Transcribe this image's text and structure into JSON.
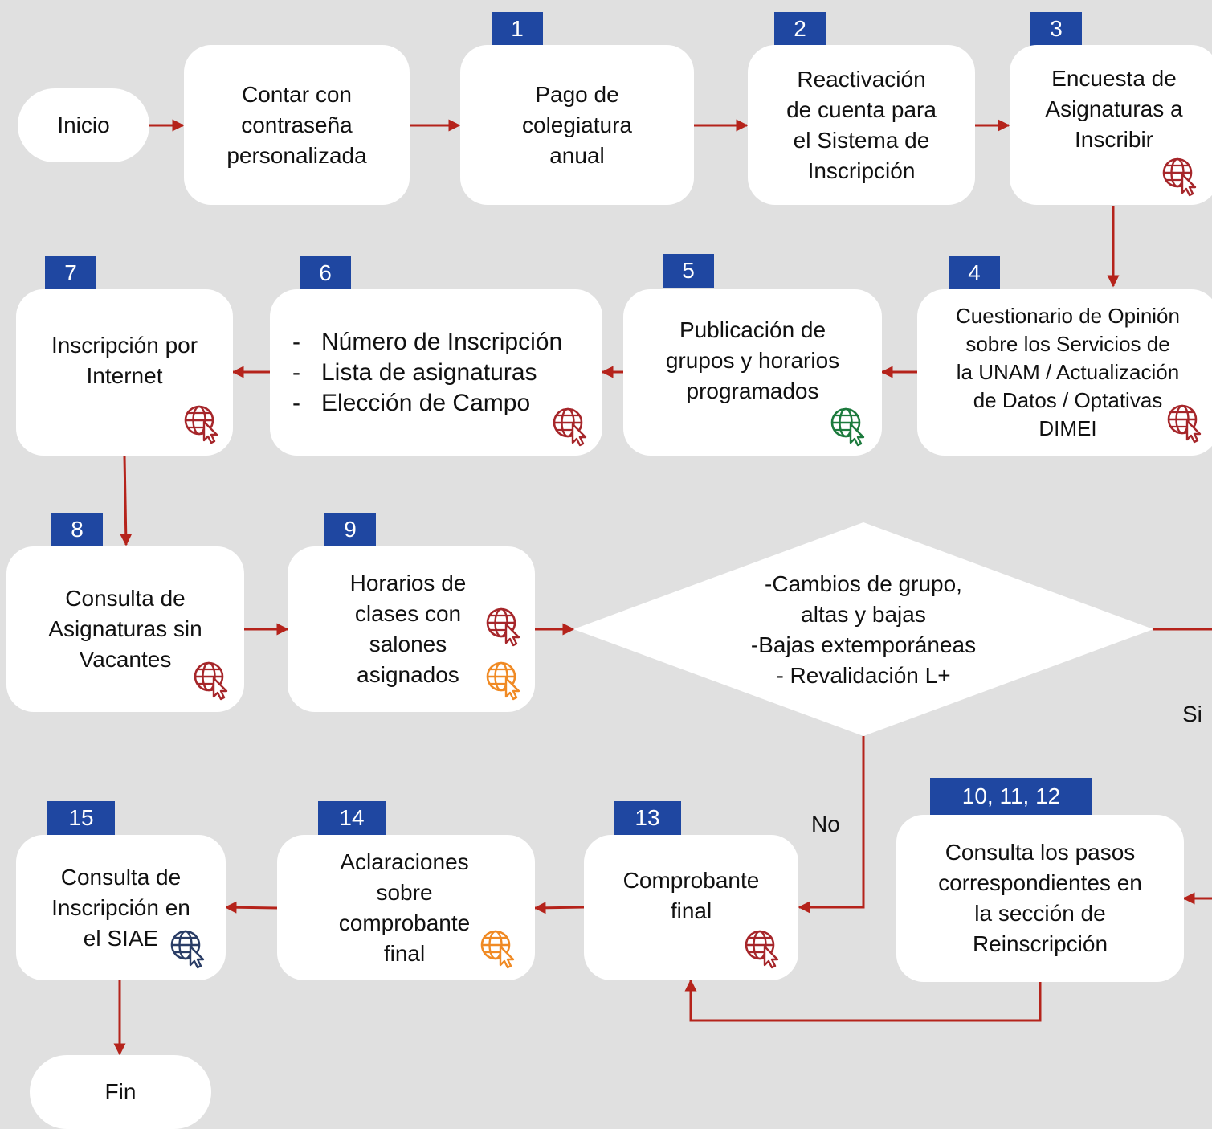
{
  "colors": {
    "badge": "#1f47a1",
    "arrow": "#b5231b",
    "icon_red": "#a6262a",
    "icon_green": "#1c7a3d",
    "icon_orange": "#f08a24",
    "icon_navy": "#2a3d66"
  },
  "nodes": {
    "inicio": "Inicio",
    "contrasena": "Contar con\ncontraseña\npersonalizada",
    "pago": "Pago de\ncolegiatura\nanual",
    "reactivacion": "Reactivación\nde cuenta para\nel Sistema de\nInscripción",
    "encuesta": "Encuesta de\nAsignaturas a\nInscribir",
    "cuestionario": "Cuestionario de Opinión\nsobre los Servicios de\nla UNAM / Actualización\nde Datos / Optativas\nDIMEI",
    "publicacion": "Publicación de\ngrupos y horarios\nprogramados",
    "lista_items": [
      "Número de Inscripción",
      "Lista de asignaturas",
      "Elección de Campo"
    ],
    "lista_dash": "-",
    "internet": "Inscripción por\nInternet",
    "consulta_vacantes": "Consulta de\nAsignaturas sin\nVacantes",
    "horarios": "Horarios de\nclases con\nsalones\nasignados",
    "decision": "-Cambios de grupo,\naltas y bajas\n-Bajas extemporáneas\n- Revalidación L+",
    "reinscripcion": "Consulta los pasos\ncorrespondientes en\nla sección de\nReinscripción",
    "comprobante": "Comprobante\nfinal",
    "aclaraciones": "Aclaraciones\nsobre\ncomprobante\nfinal",
    "siae": "Consulta de\nInscripción en\nel SIAE",
    "fin": "Fin"
  },
  "badges": {
    "b1": "1",
    "b2": "2",
    "b3": "3",
    "b4": "4",
    "b5": "5",
    "b6": "6",
    "b7": "7",
    "b8": "8",
    "b9": "9",
    "b10": "10, 11, 12",
    "b13": "13",
    "b14": "14",
    "b15": "15"
  },
  "edge_labels": {
    "si": "Si",
    "no": "No"
  },
  "icons": [
    "globe-cursor-icon"
  ]
}
